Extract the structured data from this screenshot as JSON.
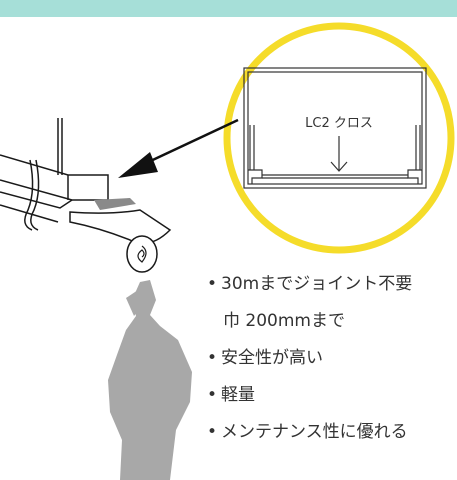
{
  "callout": {
    "label": "LC2 クロス",
    "ring_color": "#f5dc2a"
  },
  "features": [
    {
      "text": "30mまでジョイント不要",
      "bullet": "•"
    },
    {
      "text": "巾 200mmまで",
      "bullet": ""
    },
    {
      "text": "安全性が高い",
      "bullet": "•"
    },
    {
      "text": "軽量",
      "bullet": "•"
    },
    {
      "text": "メンテナンス性に優れる",
      "bullet": "•"
    }
  ],
  "colors": {
    "band": "#a6dfd8",
    "text": "#333333",
    "figure": "#a8a8a8",
    "line": "#1a1a1a"
  }
}
